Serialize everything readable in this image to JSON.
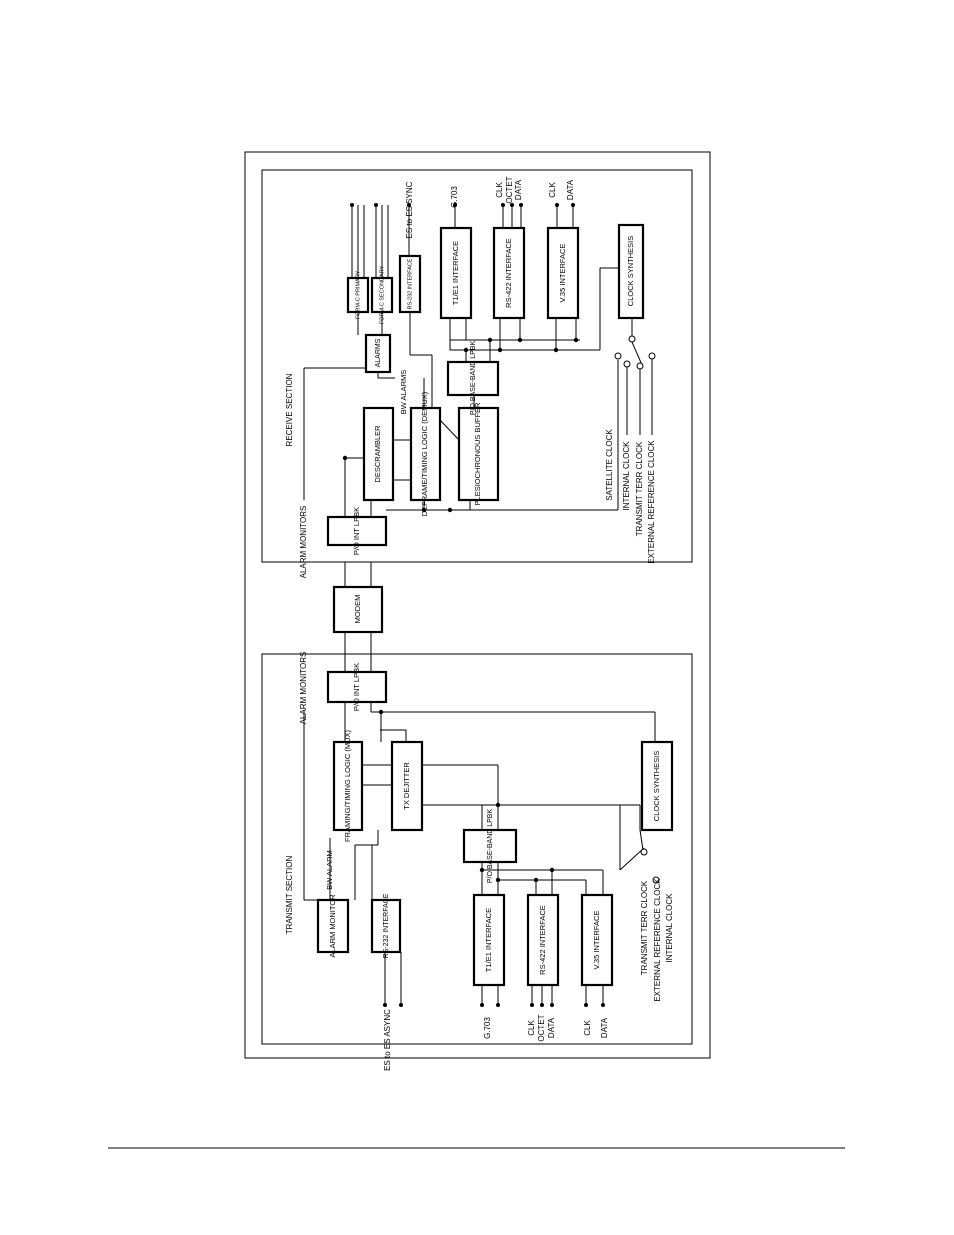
{
  "transmit": {
    "section_title": "TRANSMIT SECTION",
    "alarm_monitors": "ALARM MONITORS",
    "bw_alarm": "BW ALARM",
    "blocks": {
      "alarm_monitor": "ALARM MONITOR",
      "rs232": "RS-232 INTERFACE",
      "framing": "FRAMING/TIMING LOGIC (MUX)",
      "dejitter": "TX DEJITTER",
      "pobb": "P/O BASE-BAND LPBK",
      "t1e1": "T1/E1 INTERFACE",
      "rs422": "RS-422 INTERFACE",
      "v35": "V.35 INTERFACE",
      "clock_synth": "CLOCK SYNTHESIS",
      "point": "P/O INT LPBK"
    },
    "io": {
      "es_async": "ES to ES ASYNC",
      "g703": "G.703",
      "clk1": "CLK",
      "octet": "OCTET",
      "data1": "DATA",
      "clk2": "CLK",
      "data2": "DATA"
    },
    "clocks": {
      "transmit_terr": "TRANSMIT TERR CLOCK",
      "external_ref": "EXTERNAL REFERENCE CLOCK",
      "internal": "INTERNAL CLOCK"
    }
  },
  "modem": "MODEM",
  "receive": {
    "section_title": "RECEIVE SECTION",
    "alarm_monitors": "ALARM MONITORS",
    "bw_alarms": "BW ALARMS",
    "blocks": {
      "point": "P/O INT LPBK",
      "descrambler": "DESCRAMBLER",
      "deframe": "DEFRAME/TIMING LOGIC (DEMUX)",
      "plesio": "PLESIOCHRONOUS BUFFER",
      "pobb": "P/O BASE-BAND LPBK",
      "alarms": "ALARMS",
      "formc_primary": "FORM-C PRIMARY",
      "formc_secondary": "FORM-C SECONDARY",
      "rs232": "RS-232 INTERFACE",
      "t1e1": "T1/E1 INTERFACE",
      "rs422": "RS-422 INTERFACE",
      "v35": "V.35 INTERFACE",
      "clock_synth": "CLOCK SYNTHESIS"
    },
    "io": {
      "es_sync": "ES to ES SYNC",
      "g703": "G.703",
      "clk1": "CLK",
      "octet": "OCTET",
      "data1": "DATA",
      "clk2": "CLK",
      "data2": "DATA"
    },
    "clocks": {
      "satellite": "SATELLITE CLOCK",
      "internal": "INTERNAL CLOCK",
      "transmit_terr": "TRANSMIT TERR CLOCK",
      "external_ref": "EXTERNAL REFERENCE CLOCK"
    }
  }
}
